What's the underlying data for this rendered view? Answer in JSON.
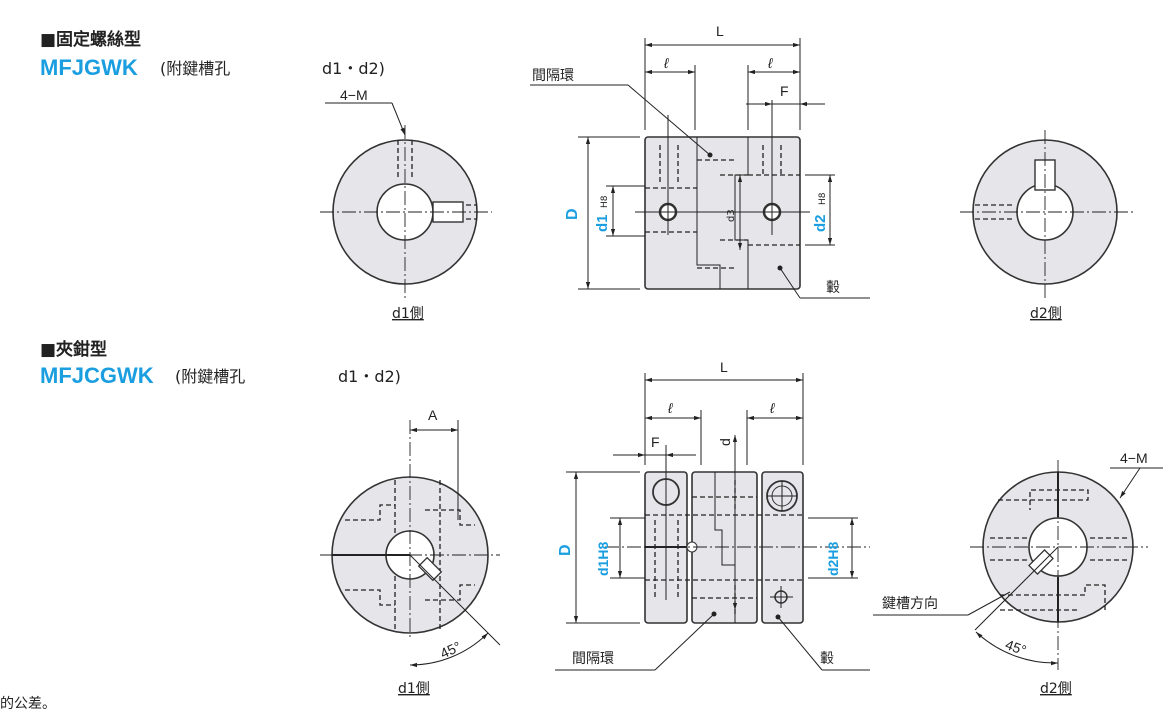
{
  "section_set_screw": {
    "title": "■固定螺絲型",
    "model": "MFJGWK",
    "model_note": "(附鍵槽孔",
    "model_note_suffix": "d1・d2)",
    "labels": {
      "screw": "4−M",
      "d1_side": "d1側",
      "d2_side": "d2側",
      "spacer": "間隔環",
      "hub": "轂",
      "L": "L",
      "l_left": "ℓ",
      "l_right": "ℓ",
      "F": "F",
      "D": "D",
      "d1": "d1",
      "d1_tol": "H8",
      "d2": "d2",
      "d2_tol": "H8",
      "d3": "d3"
    }
  },
  "section_clamp": {
    "title": "■夾鉗型",
    "model": "MFJCGWK",
    "model_note": "(附鍵槽孔",
    "model_note_suffix": "d1・d2)",
    "labels": {
      "A": "A",
      "angle_left": "45°",
      "angle_right": "45°",
      "d1_side": "d1側",
      "d2_side": "d2側",
      "screw": "4−M",
      "keyway_direction": "鍵槽方向",
      "spacer": "間隔環",
      "hub": "轂",
      "L": "L",
      "l_left": "ℓ",
      "l_right": "ℓ",
      "F": "F",
      "d": "d",
      "D": "D",
      "d1": "d1H8",
      "d2": "d2H8"
    }
  },
  "footer_note": "的公差。",
  "colors": {
    "accent": "#1a9ee0",
    "part_fill": "#e6e6ea"
  }
}
